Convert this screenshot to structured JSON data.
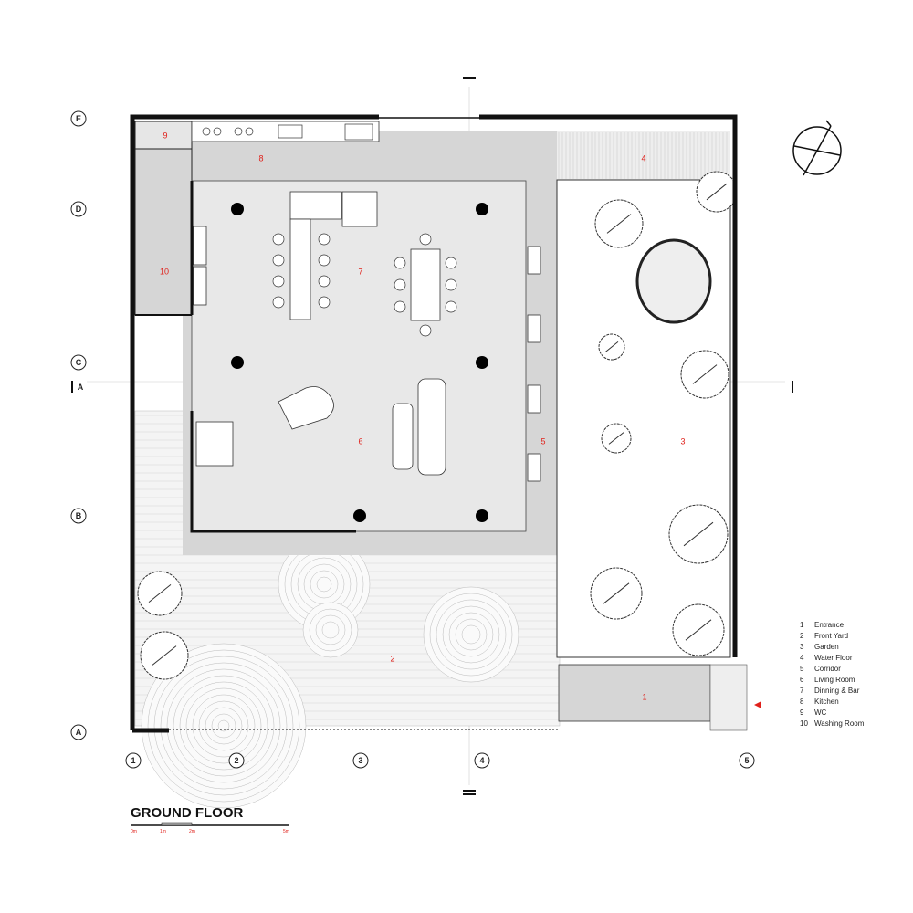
{
  "title": "GROUND FLOOR",
  "scale_labels": [
    "0m",
    "1m",
    "2m",
    "5m"
  ],
  "grid_rows": [
    {
      "label": "E"
    },
    {
      "label": "D"
    },
    {
      "label": "C"
    },
    {
      "label": "B"
    },
    {
      "label": "A"
    }
  ],
  "grid_cols": [
    {
      "label": "1"
    },
    {
      "label": "2"
    },
    {
      "label": "3"
    },
    {
      "label": "4"
    },
    {
      "label": "5"
    }
  ],
  "section_mark": "A",
  "rooms": [
    {
      "num": "1",
      "name": "Entrance"
    },
    {
      "num": "2",
      "name": "Front Yard"
    },
    {
      "num": "3",
      "name": "Garden"
    },
    {
      "num": "4",
      "name": "Water Floor"
    },
    {
      "num": "5",
      "name": "Corridor"
    },
    {
      "num": "6",
      "name": "Living Room"
    },
    {
      "num": "7",
      "name": "Dinning & Bar"
    },
    {
      "num": "8",
      "name": "Kitchen"
    },
    {
      "num": "9",
      "name": "WC"
    },
    {
      "num": "10",
      "name": "Washing Room"
    }
  ],
  "colors": {
    "label": "#e0211b",
    "wall": "#111111",
    "floor": "#d9d9d9",
    "inner": "#e6e6e6"
  }
}
